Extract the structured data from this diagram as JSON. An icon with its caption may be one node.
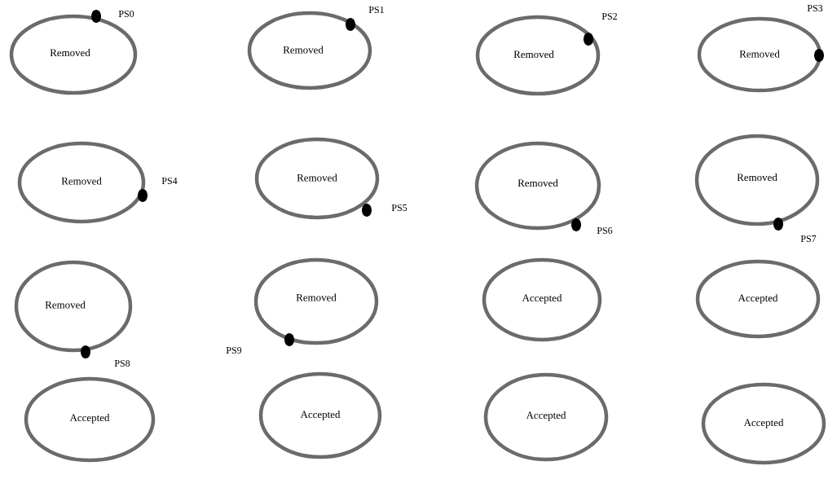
{
  "diagram": {
    "nodes": [
      {
        "text": [
          "Removed"
        ],
        "beside": [
          "PS0"
        ]
      },
      {
        "text": [
          "Removed"
        ],
        "beside": [
          "PS1"
        ]
      },
      {
        "text": [
          "Removed"
        ],
        "beside": [
          "PS2"
        ]
      },
      {
        "text": [
          "Removed"
        ],
        "beside": [
          "PS3"
        ]
      },
      {
        "text": [
          "Removed"
        ],
        "beside": [
          "PS4"
        ]
      },
      {
        "text": [
          "Removed"
        ],
        "beside": [
          "PS5"
        ]
      },
      {
        "text": [
          "Removed"
        ],
        "beside": [
          "PS6"
        ]
      },
      {
        "text": [
          "Removed"
        ],
        "beside": [
          "PS7"
        ]
      },
      {
        "text": [
          "Removed"
        ],
        "beside": [
          "PS8"
        ]
      },
      {
        "text": [
          "Removed"
        ],
        "beside": [
          "PS9"
        ]
      },
      {
        "text": [
          "Accepted"
        ]
      },
      {
        "text": [
          "Accepted"
        ]
      },
      {
        "text": [
          "Accepted"
        ]
      },
      {
        "text": [
          "Accepted"
        ]
      },
      {
        "text": [
          "Accepted"
        ]
      },
      {
        "text": [
          "Accepted"
        ]
      }
    ]
  }
}
